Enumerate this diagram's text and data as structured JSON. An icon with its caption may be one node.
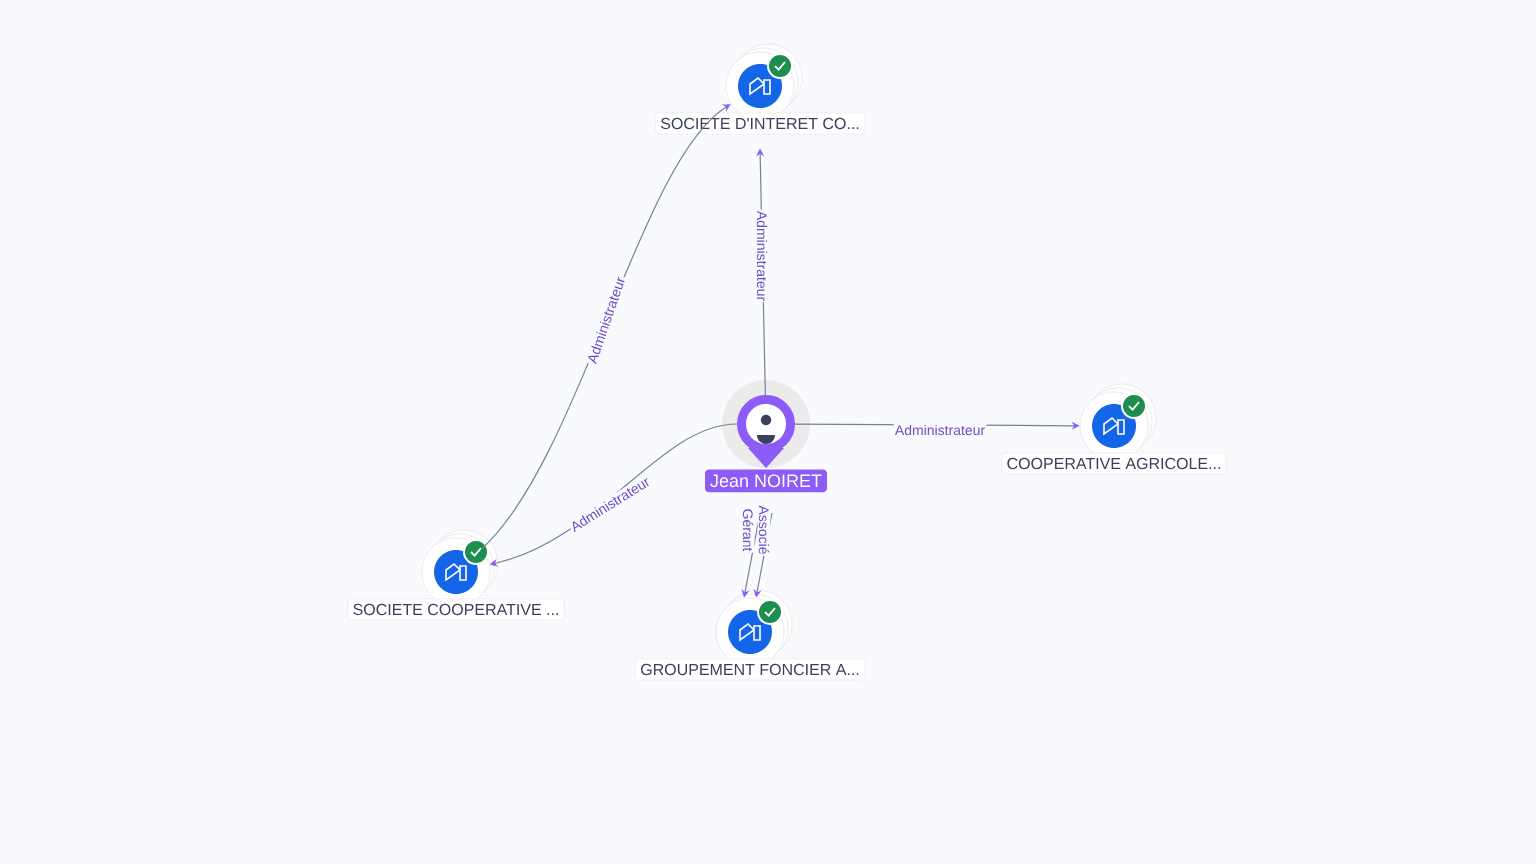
{
  "diagram": {
    "nodes": [
      {
        "text": [
          "Jean NOIRET"
        ]
      },
      {
        "text": [
          "SOCIETE D'INTERET CO..."
        ]
      },
      {
        "text": [
          "COOPERATIVE AGRICOLE..."
        ]
      },
      {
        "text": [
          "SOCIETE COOPERATIVE ..."
        ]
      },
      {
        "text": [
          "GROUPEMENT FONCIER A..."
        ]
      }
    ],
    "edges": [
      {
        "from": 0,
        "to": 1,
        "arrow": "to",
        "label": "Administrateur"
      },
      {
        "from": 0,
        "to": 2,
        "arrow": "to",
        "label": "Administrateur"
      },
      {
        "from": 3,
        "to": 1,
        "arrow": "to",
        "label": "Administrateur"
      },
      {
        "from": 0,
        "to": 3,
        "arrow": "to",
        "label": "Administrateur"
      },
      {
        "from": 0,
        "to": 4,
        "arrow": "to",
        "label": "Gérant"
      },
      {
        "from": 0,
        "to": 4,
        "arrow": "to",
        "label": "Associé"
      }
    ]
  }
}
